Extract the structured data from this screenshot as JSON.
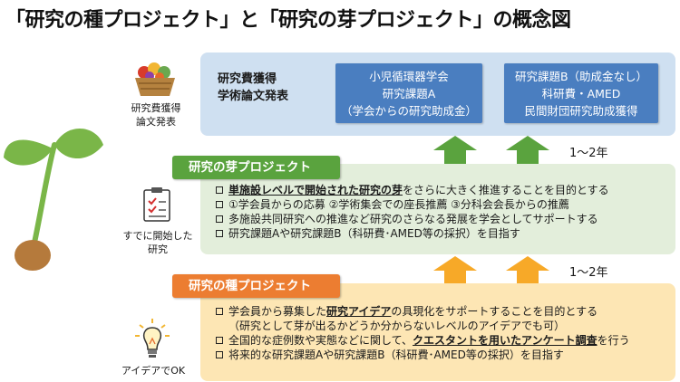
{
  "title": "「研究の種プロジェクト」と「研究の芽プロジェクト」の概念図",
  "top_panel": {
    "label_line1": "研究費獲得",
    "label_line2": "学術論文発表",
    "box_left": [
      "小児循環器学会",
      "研究課題A",
      "（学会からの研究助成金）"
    ],
    "box_right": [
      "研究課題B（助成金なし）",
      "科研費・AMED",
      "民間財団研究助成獲得"
    ]
  },
  "side_labels": {
    "top": [
      "研究費獲得",
      "論文発表"
    ],
    "middle": [
      "すでに開始した",
      "研究"
    ],
    "bottom": [
      "アイデアでOK"
    ]
  },
  "arrows": {
    "upper_years": "1～2年",
    "lower_years": "1～2年"
  },
  "me_project": {
    "header": "研究の芽プロジェクト",
    "b1_strong": "単施設レベルで開始された研究の芽",
    "b1_rest": "をさらに大きく推進することを目的とする",
    "b2": "①学会員からの応募 ②学術集会での座長推薦 ③分科会会長からの推薦",
    "b3": "多施設共同研究への推進など研究のさらなる発展を学会としてサポートする",
    "b4": "研究課題Aや研究課題B（科研費･AMED等の採択）を目指す"
  },
  "tane_project": {
    "header": "研究の種プロジェクト",
    "b1_pre": "学会員から募集した",
    "b1_strong": "研究アイデア",
    "b1_rest": "の具現化をサポートすることを目的とする",
    "b1_cont": "（研究として芽が出るかどうか分からないレベルのアイデアでも可）",
    "b2_pre": "全国的な症例数や実態などに関して、",
    "b2_strong": "クエスタントを用いたアンケート調査",
    "b2_rest": "を行う",
    "b3": "将来的な研究課題Aや研究課題B（科研費･AMED等の採択）を目指す"
  },
  "colors": {
    "green": "#5aa33e",
    "orange": "#ec7d31",
    "blue_box": "#4a7ec0",
    "blue_panel": "#cfe0f1"
  }
}
